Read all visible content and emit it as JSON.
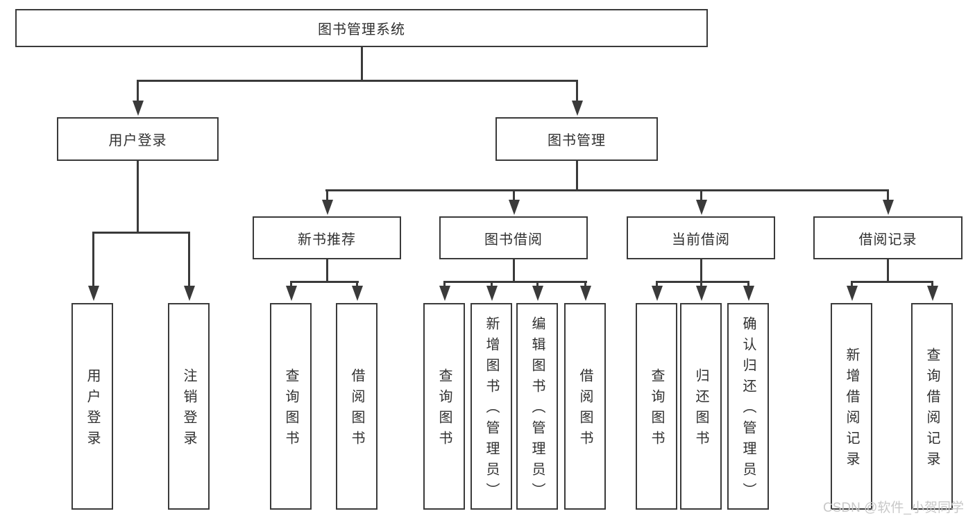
{
  "diagram": {
    "root": "图书管理系统",
    "branches": [
      {
        "label": "用户登录",
        "children": [
          "用户登录",
          "注销登录"
        ]
      },
      {
        "label": "图书管理",
        "children": [
          {
            "label": "新书推荐",
            "children": [
              "查询图书",
              "借阅图书"
            ]
          },
          {
            "label": "图书借阅",
            "children": [
              "查询图书",
              "新增图书（管理员）",
              "编辑图书（管理员）",
              "借阅图书"
            ]
          },
          {
            "label": "当前借阅",
            "children": [
              "查询图书",
              "归还图书",
              "确认归还（管理员）"
            ]
          },
          {
            "label": "借阅记录",
            "children": [
              "新增借阅记录",
              "查询借阅记录"
            ]
          }
        ]
      }
    ]
  },
  "colors": {
    "line": "#3a3a3a",
    "text": "#303030",
    "background": "#ffffff",
    "watermark": "#c8c8c8"
  },
  "watermark": {
    "text": "CSDN @软件_小贺同学"
  }
}
